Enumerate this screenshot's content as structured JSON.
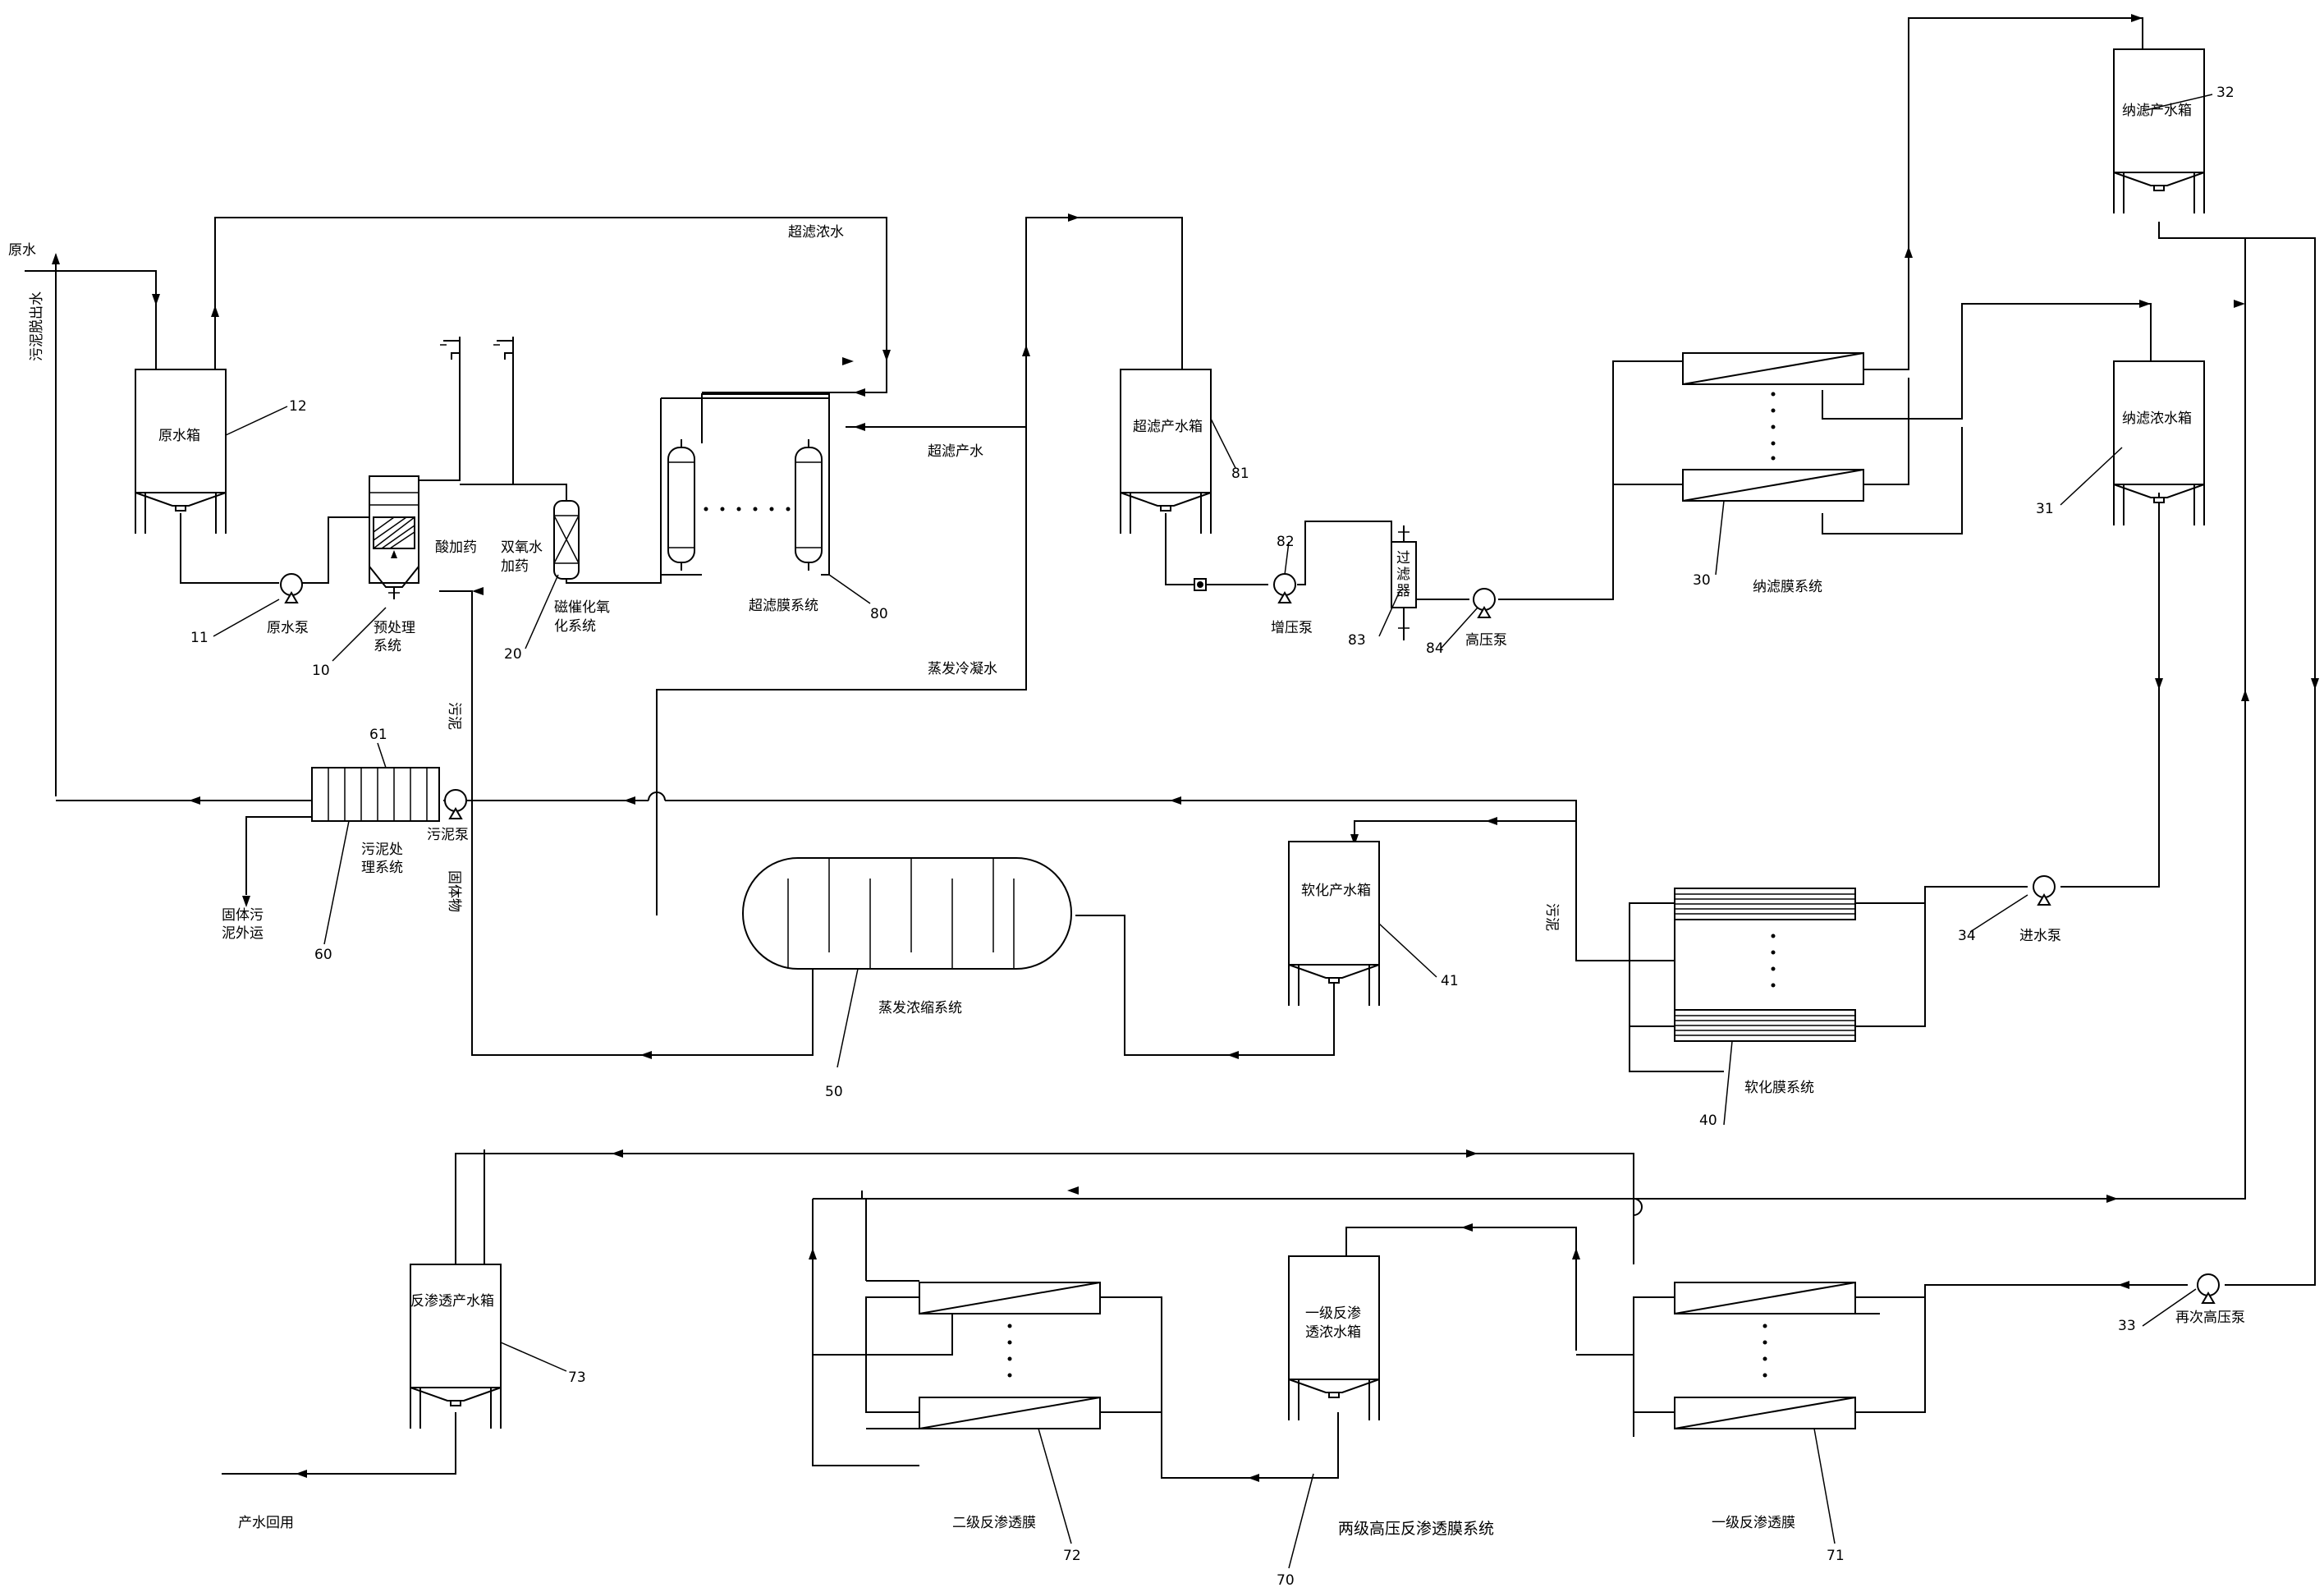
{
  "labels": {
    "raw_water": "原水",
    "sludge_dewater_water": "污泥脱出水",
    "raw_tank": "原水箱",
    "raw_pump": "原水泵",
    "pretreat": [
      "预处理",
      "系统"
    ],
    "acid_dosing": "酸加药",
    "h2o2_dosing": [
      "双氧水",
      "加药"
    ],
    "catalytic_ox": [
      "磁催化氧",
      "化系统"
    ],
    "uf_system": "超滤膜系统",
    "uf_concentrate": "超滤浓水",
    "uf_product": "超滤产水",
    "uf_product_tank": "超滤产水箱",
    "booster_pump": "增压泵",
    "filter": [
      "过",
      "滤",
      "器"
    ],
    "high_pressure_pump": "高压泵",
    "nf_system": "纳滤膜系统",
    "nf_product_tank": "纳滤产水箱",
    "nf_concentrate_tank": "纳滤浓水箱",
    "feed_pump": "进水泵",
    "evap_condensate": "蒸发冷凝水",
    "sludge_top": "污泥",
    "sludge_treat": [
      "污泥处",
      "理系统"
    ],
    "sludge_pump": "污泥泵",
    "solids": "固体物",
    "solid_sludge_out": [
      "固体污",
      "泥外运"
    ],
    "evap_system": "蒸发浓缩系统",
    "softened_tank": "软化产水箱",
    "softening_system": "软化膜系统",
    "sludge_right": "污泥",
    "repress_pump": "再次高压泵",
    "ro_product_tank": "反渗透产水箱",
    "ro1_conc_tank": [
      "一级反渗",
      "透浓水箱"
    ],
    "ro2_membrane": "二级反渗透膜",
    "ro1_membrane": "一级反渗透膜",
    "ro_system": "两级高压反渗透膜系统",
    "product_reuse": "产水回用"
  },
  "refs": {
    "n10": "10",
    "n11": "11",
    "n12": "12",
    "n20": "20",
    "n30": "30",
    "n31": "31",
    "n32": "32",
    "n33": "33",
    "n34": "34",
    "n40": "40",
    "n41": "41",
    "n50": "50",
    "n60": "60",
    "n61": "61",
    "n70": "70",
    "n71": "71",
    "n72": "72",
    "n73": "73",
    "n80": "80",
    "n81": "81",
    "n82": "82",
    "n83": "83",
    "n84": "84"
  },
  "icons": [
    "pump-icon",
    "tank-icon",
    "membrane-icon",
    "filter-icon",
    "arrow-icon",
    "evaporator-icon",
    "filter-press-icon"
  ]
}
